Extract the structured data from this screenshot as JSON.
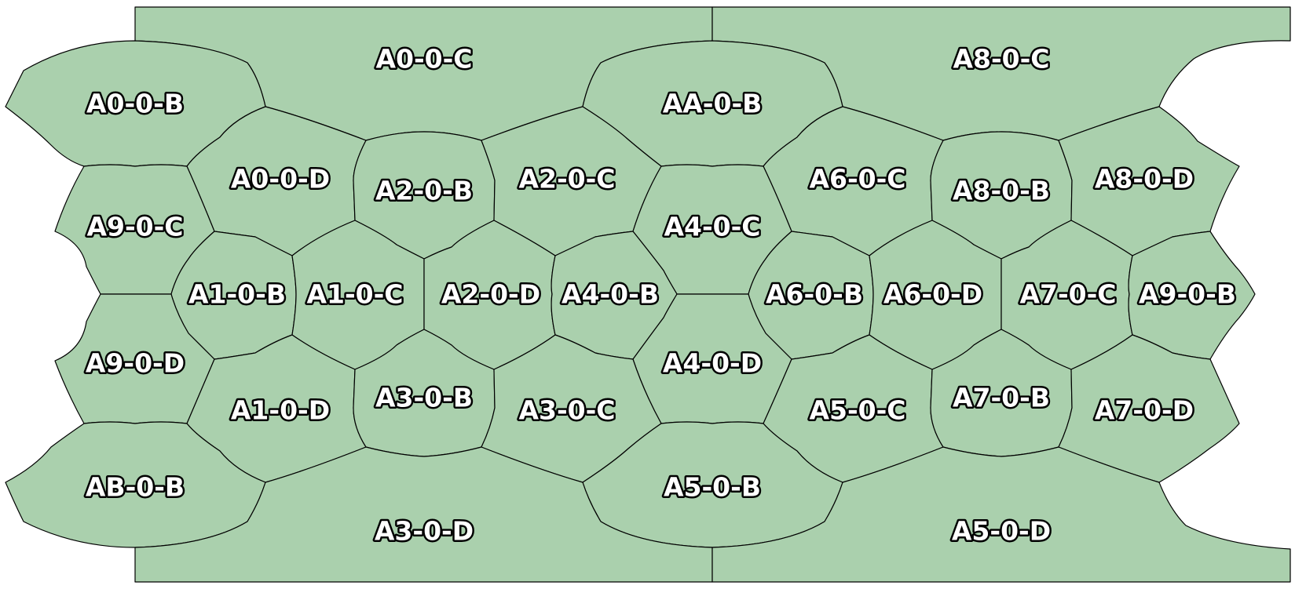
{
  "fill_color": "#aad0ad",
  "stroke_color": "#000000",
  "cells": [
    {
      "id": "A0-0-C"
    },
    {
      "id": "A8-0-C"
    },
    {
      "id": "A0-0-B"
    },
    {
      "id": "AA-0-B"
    },
    {
      "id": "A0-0-D"
    },
    {
      "id": "A2-0-B"
    },
    {
      "id": "A2-0-C"
    },
    {
      "id": "A6-0-C"
    },
    {
      "id": "A8-0-B"
    },
    {
      "id": "A8-0-D"
    },
    {
      "id": "A9-0-C"
    },
    {
      "id": "A4-0-C"
    },
    {
      "id": "A1-0-B"
    },
    {
      "id": "A1-0-C"
    },
    {
      "id": "A2-0-D"
    },
    {
      "id": "A4-0-B"
    },
    {
      "id": "A6-0-B"
    },
    {
      "id": "A6-0-D"
    },
    {
      "id": "A7-0-C"
    },
    {
      "id": "A9-0-B"
    },
    {
      "id": "A9-0-D"
    },
    {
      "id": "A4-0-D"
    },
    {
      "id": "A1-0-D"
    },
    {
      "id": "A3-0-B"
    },
    {
      "id": "A3-0-C"
    },
    {
      "id": "A5-0-C"
    },
    {
      "id": "A7-0-B"
    },
    {
      "id": "A7-0-D"
    },
    {
      "id": "AB-0-B"
    },
    {
      "id": "A5-0-B"
    },
    {
      "id": "A3-0-D"
    },
    {
      "id": "A5-0-D"
    }
  ]
}
